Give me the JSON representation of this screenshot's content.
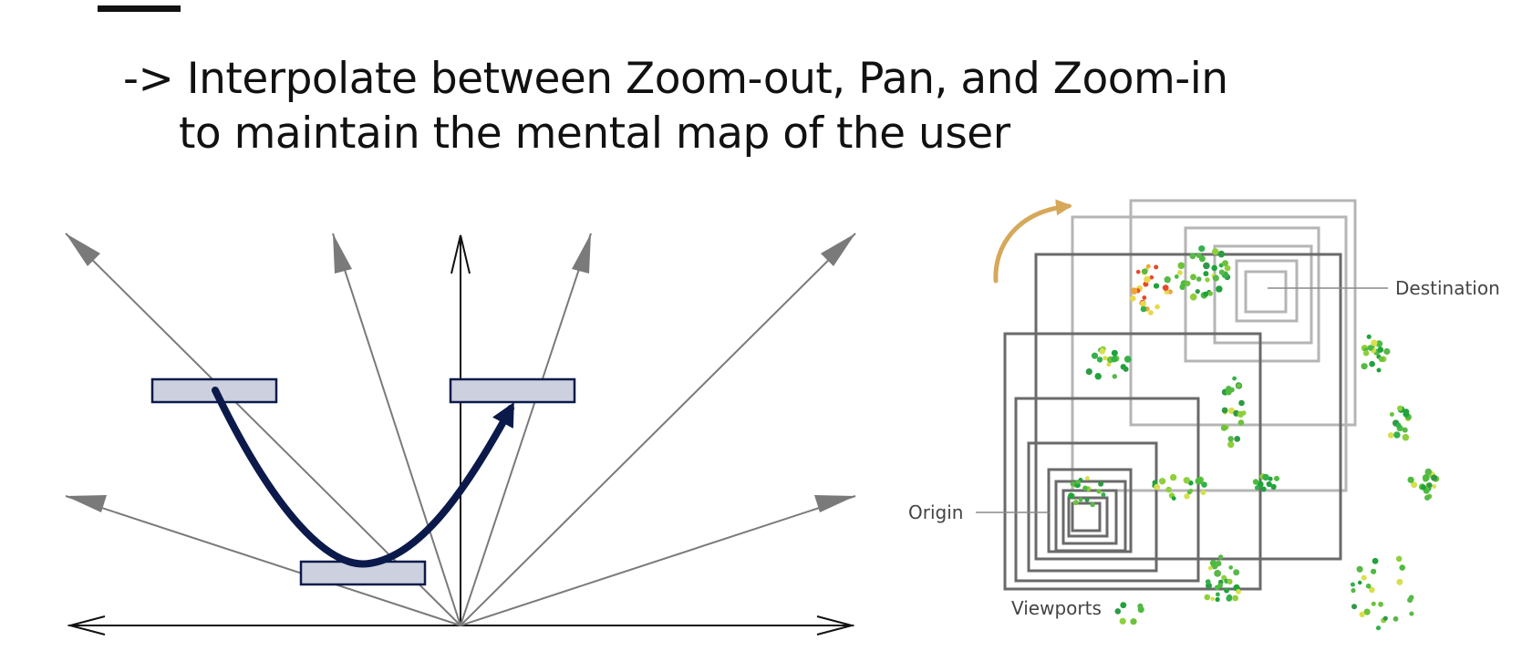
{
  "slide": {
    "headline_line1": "-> Interpolate between Zoom-out, Pan, and Zoom-in",
    "headline_line2": "to maintain the mental map of the user"
  },
  "viewport_figure": {
    "label_destination": "Destination",
    "label_origin": "Origin",
    "label_viewports": "Viewports"
  },
  "colors": {
    "path_navy": "#0b1a4a",
    "window_fill": "#cdd1df",
    "arrow_gray": "#7a7a7a",
    "accent_orange": "#d6a85a"
  }
}
